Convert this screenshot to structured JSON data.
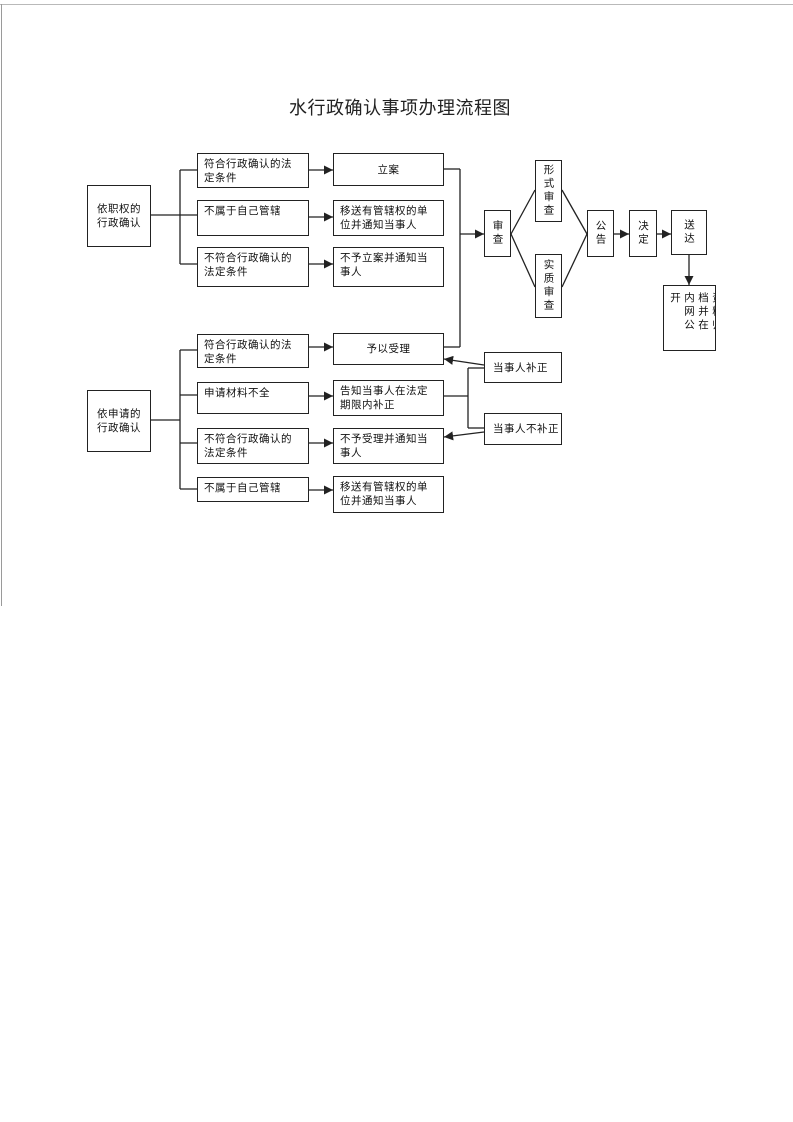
{
  "title": "水行政确认事项办理流程图",
  "left_groups": {
    "by_authority": "依职权的行政确认",
    "by_application": "依申请的行政确认"
  },
  "authority_conditions": {
    "meets": "符合行政确认的法定条件",
    "not_jurisdiction": "不属于自己管辖",
    "not_meets": "不符合行政确认的法定条件"
  },
  "authority_results": {
    "filed": "立案",
    "transfer": "移送有管辖权的单位并通知当事人",
    "not_filed": "不予立案并通知当事人"
  },
  "application_conditions": {
    "meets": "符合行政确认的法定条件",
    "incomplete": "申请材料不全",
    "not_meets": "不符合行政确认的法定条件",
    "not_jurisdiction": "不属于自己管辖"
  },
  "application_results": {
    "accept": "予以受理",
    "notify_supplement": "告知当事人在法定期限内补正",
    "reject": "不予受理并通知当事人",
    "transfer": "移送有管辖权的单位并通知当事人"
  },
  "supplement": {
    "supplemented": "当事人补正",
    "not_supplemented": "当事人不补正"
  },
  "process": {
    "review": "审查",
    "formal_review": "形式审查",
    "substantive_review": "实质审查",
    "announce": "公告",
    "decide": "决定",
    "deliver": "送达",
    "archive": "资料归档并在内网公开"
  }
}
